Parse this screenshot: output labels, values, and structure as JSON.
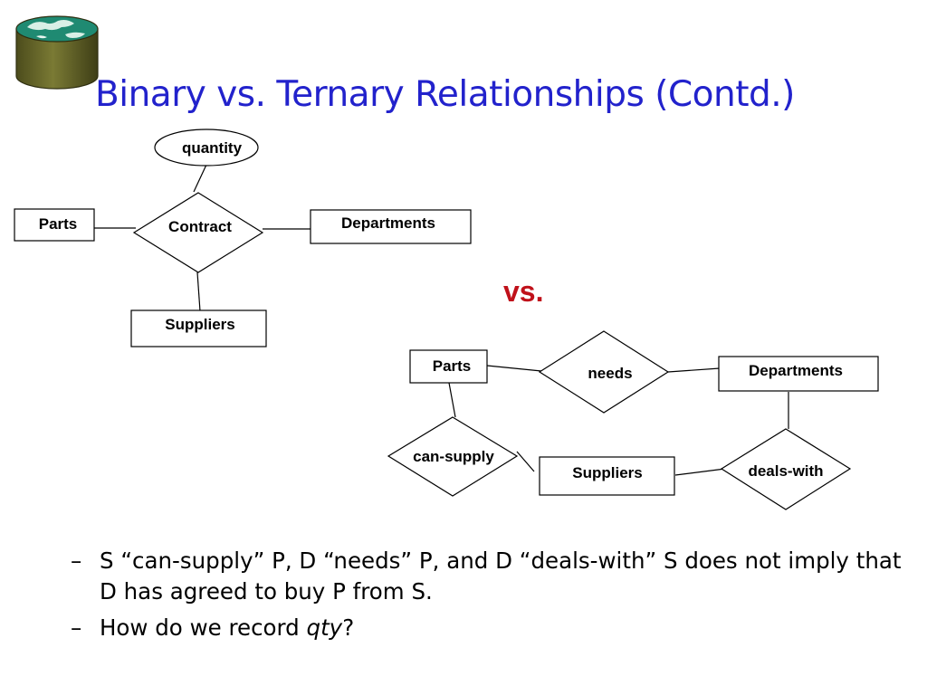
{
  "slide": {
    "title": "Binary vs. Ternary Relationships (Contd.)",
    "vs_label": "vs."
  },
  "ternary": {
    "attribute": "quantity",
    "relationship": "Contract",
    "entities": {
      "parts": "Parts",
      "departments": "Departments",
      "suppliers": "Suppliers"
    }
  },
  "binary": {
    "entities": {
      "parts": "Parts",
      "departments": "Departments",
      "suppliers": "Suppliers"
    },
    "relationships": {
      "needs": "needs",
      "can_supply": "can-supply",
      "deals_with": "deals-with"
    }
  },
  "bullets": {
    "marker": "–",
    "first": "S “can-supply” P,  D “needs” P,  and D  “deals-with” S does not imply that D has agreed to buy P from S.",
    "second_prefix": "How do we record ",
    "second_emph": "qty",
    "second_suffix": "?"
  },
  "colors": {
    "title": "#2222cc",
    "vs": "#c0111a",
    "logo_side": "#6b6b2a",
    "logo_top": "#1c7f6a"
  },
  "icons": {
    "logo": "globe-cylinder-icon"
  }
}
